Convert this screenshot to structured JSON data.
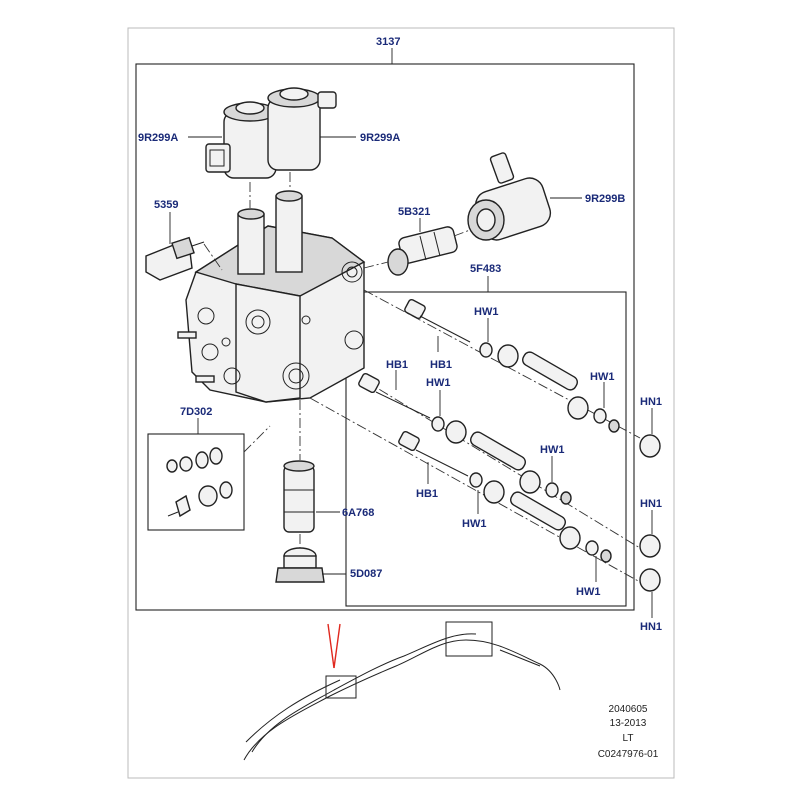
{
  "labels": {
    "assembly": "3137",
    "solenoid_left": "9R299A",
    "solenoid_right": "9R299A",
    "solenoid_b": "9R299B",
    "sensor": "5359",
    "valve_5b321": "5B321",
    "kit_5f483": "5F483",
    "kit_7d302": "7D302",
    "cartridge": "6A768",
    "plug": "5D087",
    "hb1_a": "HB1",
    "hb1_b": "HB1",
    "hb1_c": "HB1",
    "hw1_a": "HW1",
    "hw1_b": "HW1",
    "hw1_c": "HW1",
    "hw1_d": "HW1",
    "hw1_e": "HW1",
    "hn1_a": "HN1",
    "hn1_b": "HN1",
    "hn1_c": "HN1"
  },
  "footer": {
    "code": "2040605",
    "date": "13-2013",
    "region": "LT",
    "ref": "C0247976-01"
  },
  "colors": {
    "label": "#1a2a78",
    "line": "#222222",
    "marker": "#e0281e"
  }
}
